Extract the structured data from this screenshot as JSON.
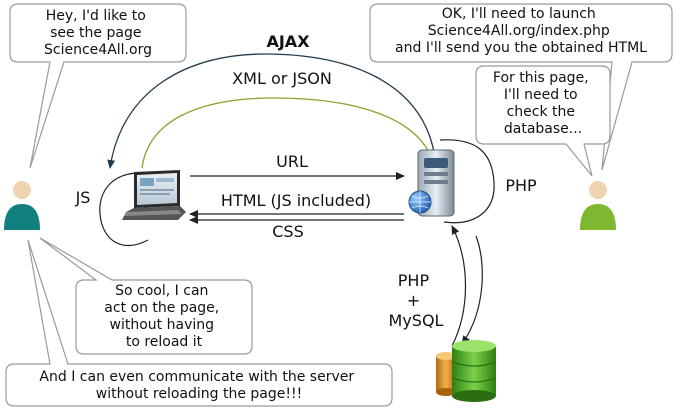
{
  "bubbles": {
    "client_request": [
      "Hey, I'd like to",
      "see the page",
      "Science4All.org"
    ],
    "server_reply": [
      "OK, I'll need to launch",
      "Science4All.org/index.php",
      "and I'll send you the obtained HTML"
    ],
    "server_thought": [
      "For this page,",
      "I'll need to",
      "check the",
      "database..."
    ],
    "client_cool": [
      "So cool, I can",
      "act on the page,",
      "without having",
      "to reload it"
    ],
    "client_communicate": [
      "And I can even communicate with the server",
      "without reloading the page!!!"
    ]
  },
  "labels": {
    "ajax": "AJAX",
    "xml_json": "XML or JSON",
    "url": "URL",
    "html": "HTML (JS included)",
    "css": "CSS",
    "js": "JS",
    "php": "PHP",
    "php_mysql": [
      "PHP",
      "+",
      "MySQL"
    ]
  },
  "colors": {
    "ajax": "#1f3b4d",
    "xml_json": "#8aa12a",
    "client_person": "#127f7f",
    "server_person": "#7fb82e",
    "bubble_border": "#9a9a9a",
    "database": "#49a01d"
  },
  "icons": [
    "laptop-icon",
    "server-icon",
    "database-icon",
    "client-person-icon",
    "server-person-icon"
  ]
}
